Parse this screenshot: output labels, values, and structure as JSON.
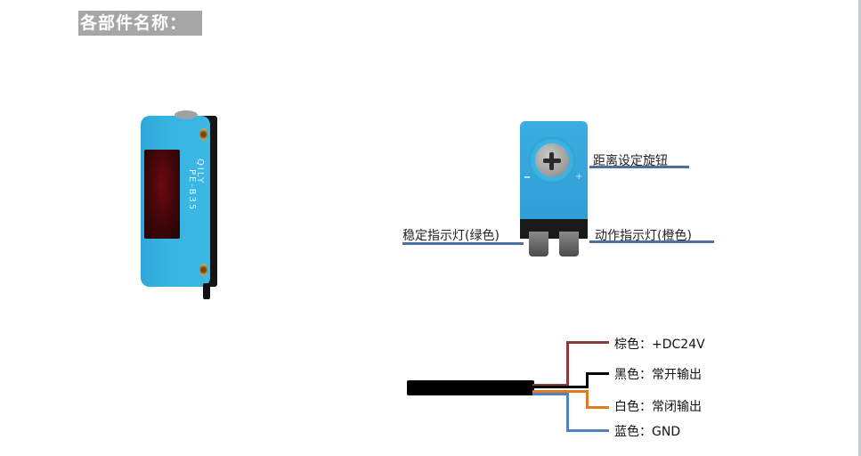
{
  "heading": "各部件名称：",
  "sensor_front": {
    "brand_text": "QILY",
    "model_text": "PE-B35",
    "body_color": "#38b4e2",
    "lens_color": "#3a0608"
  },
  "sensor_back": {
    "labels": {
      "distance_knob": "距离设定旋钮",
      "stable_indicator": "稳定指示灯(绿色)",
      "action_indicator": "动作指示灯(橙色)"
    },
    "knob_minus": "−",
    "knob_plus": "+",
    "line_color": "#4f6fa3"
  },
  "wiring": {
    "wires": [
      {
        "color_name": "棕色",
        "separator": "：",
        "function": "+DC24V",
        "color": "#8b3a3a"
      },
      {
        "color_name": "黑色",
        "separator": "：",
        "function": "常开输出",
        "color": "#000000"
      },
      {
        "color_name": "白色",
        "separator": "：",
        "function": "常闭输出",
        "color": "#e07a1e"
      },
      {
        "color_name": "蓝色",
        "separator": "：",
        "function": "GND",
        "color": "#4f83bd"
      }
    ]
  }
}
